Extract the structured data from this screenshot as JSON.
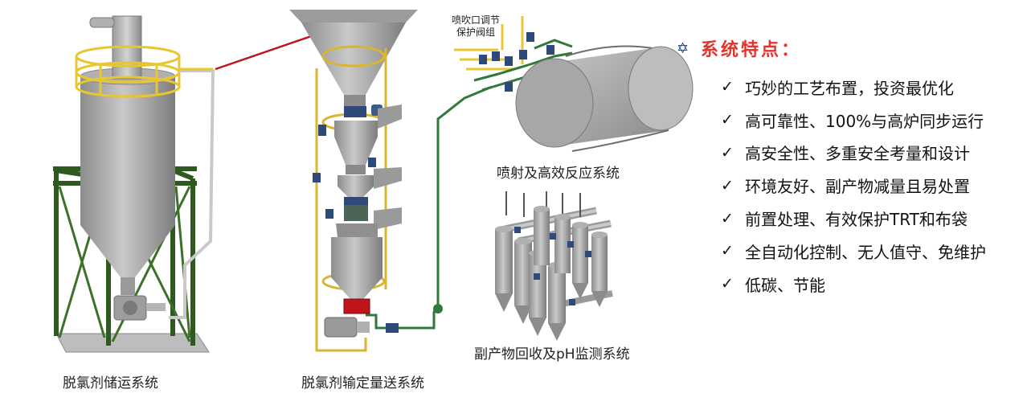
{
  "captions": {
    "storage": "脱氯剂储运系统",
    "dosing": "脱氯剂输定量送系统",
    "injection": "喷射及高效反应系统",
    "recovery": "副产物回收及pH监测系统",
    "valve_group_line1": "喷吹口调节",
    "valve_group_line2": "保护阀组"
  },
  "features": {
    "bullet_icon": "star-of-david-icon",
    "title": "系统特点：",
    "check_icon": "check-icon",
    "items": [
      "巧妙的工艺布置，投资最优化",
      "高可靠性、100%与高炉同步运行",
      "高安全性、多重安全考量和设计",
      "环境友好、副产物减量且易处置",
      "前置处理、有效保护TRT和布袋",
      "全自动化控制、无人值守、免维护",
      "低碳、节能"
    ]
  },
  "colors": {
    "title_red": "#e4322e",
    "steel_gray": "#a9a9a9",
    "frame_green": "#2f5a1f",
    "rail_yellow": "#e8c630",
    "pipe_green": "#2f7a3a",
    "valve_blue": "#2d4a7a",
    "connector_red": "#c0141c"
  }
}
